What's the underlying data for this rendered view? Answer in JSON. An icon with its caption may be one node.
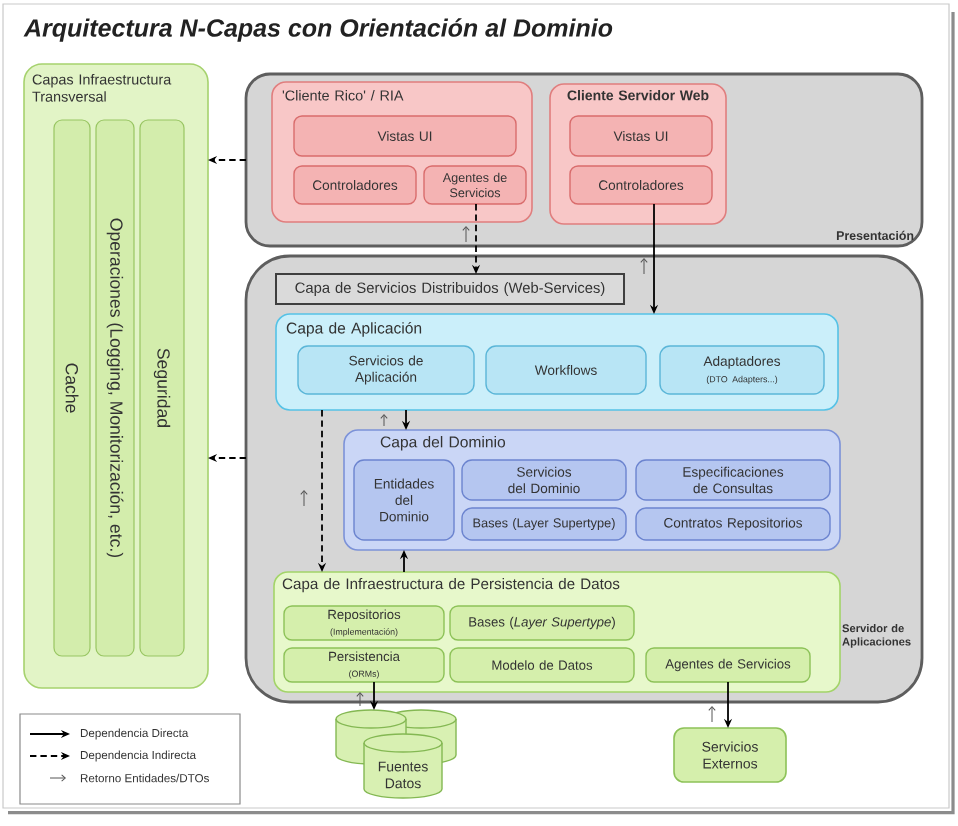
{
  "diagram": {
    "title": "Arquitectura N-Capas con Orientación al Dominio",
    "nodes": [
      {
        "text": [
          "Capas Infraestructura Transversal"
        ]
      },
      {
        "text": [
          "Cache"
        ],
        "in": 0
      },
      {
        "text": [
          "Operaciones (Logging, Monitorización, etc.)"
        ],
        "in": 0
      },
      {
        "text": [
          "Seguridad"
        ],
        "in": 0
      },
      {
        "text": [
          "Presentación"
        ]
      },
      {
        "text": [
          "'Cliente Rico' / RIA"
        ],
        "in": 4
      },
      {
        "text": [
          "Vistas UI"
        ],
        "in": 5
      },
      {
        "text": [
          "Controladores"
        ],
        "in": 5
      },
      {
        "text": [
          "Agentes de Servicios"
        ],
        "in": 5
      },
      {
        "text": [
          "Cliente Servidor Web"
        ],
        "in": 4
      },
      {
        "text": [
          "Vistas UI"
        ],
        "in": 9
      },
      {
        "text": [
          "Controladores"
        ],
        "in": 9
      },
      {
        "text": [
          "Servidor de Aplicaciones"
        ]
      },
      {
        "text": [
          "Capa de Servicios Distribuidos (Web-Services)"
        ],
        "in": 12
      },
      {
        "text": [
          "Capa de Aplicación"
        ],
        "in": 12
      },
      {
        "text": [
          "Servicios de Aplicación"
        ],
        "in": 14
      },
      {
        "text": [
          "Workflows"
        ],
        "in": 14
      },
      {
        "text": [
          "Adaptadores",
          "(DTO Adapters...)"
        ],
        "in": 14
      },
      {
        "text": [
          "Capa del Dominio"
        ],
        "in": 12
      },
      {
        "text": [
          "Entidades del Dominio"
        ],
        "in": 18
      },
      {
        "text": [
          "Servicios del Dominio"
        ],
        "in": 18
      },
      {
        "text": [
          "Especificaciones de Consultas"
        ],
        "in": 18
      },
      {
        "text": [
          "Bases (Layer Supertype)"
        ],
        "in": 18
      },
      {
        "text": [
          "Contratos Repositorios"
        ],
        "in": 18
      },
      {
        "text": [
          "Capa de Infraestructura de Persistencia de Datos"
        ],
        "in": 12
      },
      {
        "text": [
          "Repositorios",
          "(Implementación)"
        ],
        "in": 24
      },
      {
        "text": [
          "Bases (*Layer Supertype*)"
        ],
        "in": 24
      },
      {
        "text": [
          "Persistencia",
          "(ORMs)"
        ],
        "in": 24
      },
      {
        "text": [
          "Modelo de Datos"
        ],
        "in": 24
      },
      {
        "text": [
          "Agentes de Servicios"
        ],
        "in": 24
      },
      {
        "text": [
          "Fuentes Datos"
        ]
      },
      {
        "text": [
          "Servicios Externos"
        ]
      }
    ],
    "edges": [
      {
        "from": 4,
        "to": 0,
        "arrow": "to",
        "style": "dashed"
      },
      {
        "from": 12,
        "to": 0,
        "arrow": "to",
        "style": "dashed"
      },
      {
        "from": 8,
        "to": 13,
        "arrow": "to",
        "style": "dashed"
      },
      {
        "from": 11,
        "to": 14,
        "arrow": "to"
      },
      {
        "from": 14,
        "to": 18,
        "arrow": "to"
      },
      {
        "from": 14,
        "to": 24,
        "arrow": "to",
        "style": "dashed"
      },
      {
        "from": 24,
        "to": 18,
        "arrow": "to"
      },
      {
        "from": 27,
        "to": 30,
        "arrow": "to"
      },
      {
        "from": 29,
        "to": 31,
        "arrow": "to"
      }
    ],
    "legend": [
      {
        "text": "Dependencia Directa"
      },
      {
        "text": "Dependencia Indirecta"
      },
      {
        "text": "Retorno Entidades/DTOs"
      }
    ]
  }
}
